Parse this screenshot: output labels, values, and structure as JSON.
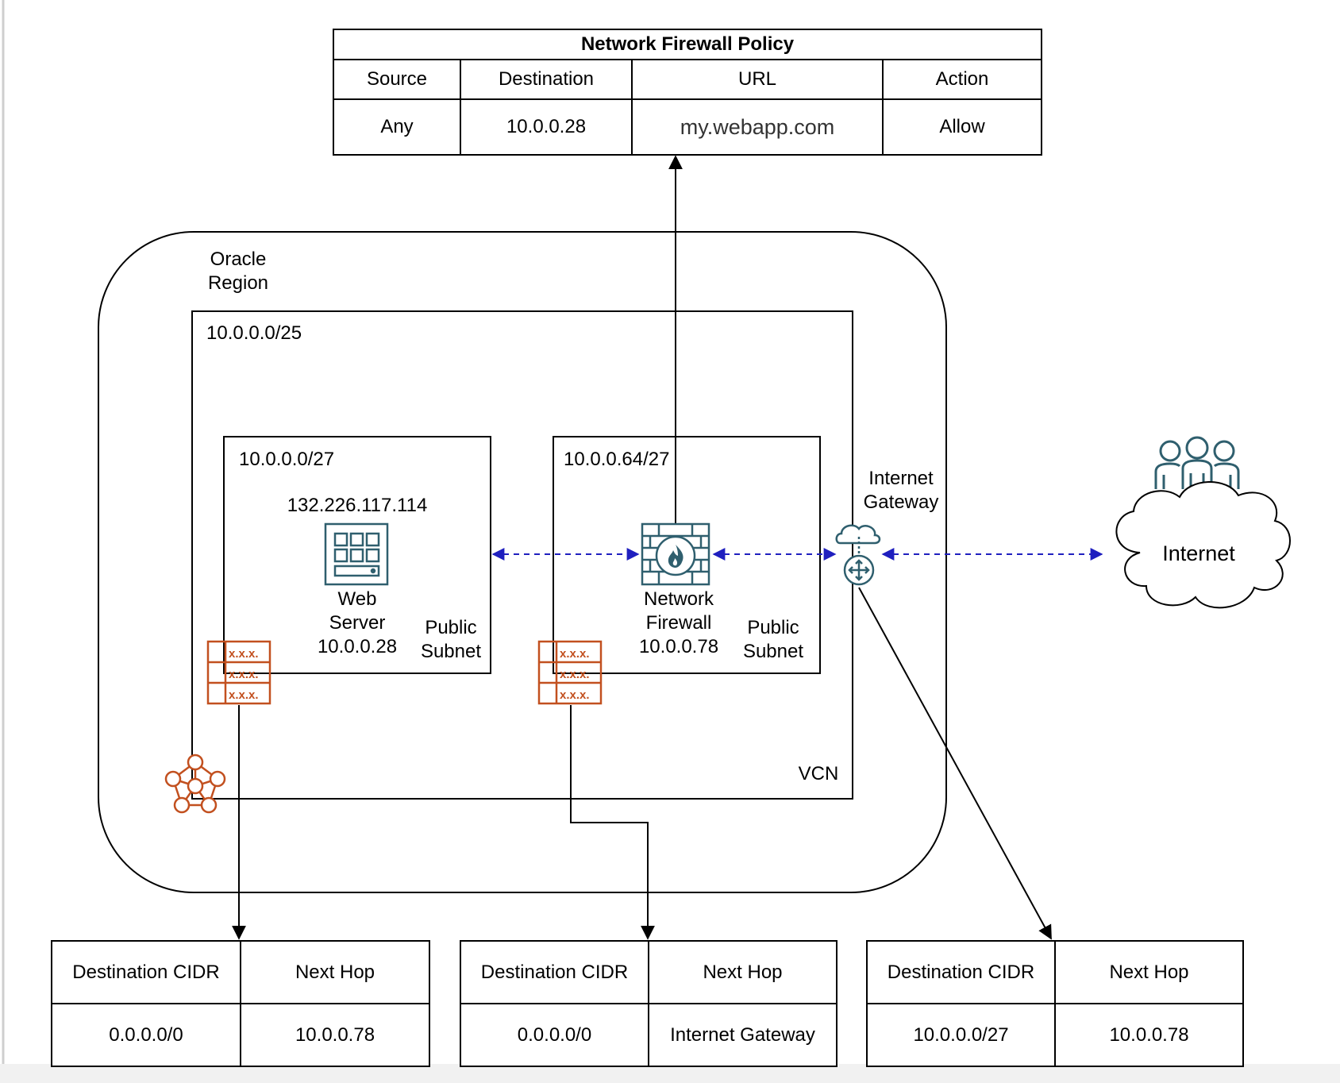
{
  "policy": {
    "title": "Network Firewall Policy",
    "headers": [
      "Source",
      "Destination",
      "URL",
      "Action"
    ],
    "row": [
      "Any",
      "10.0.0.28",
      "my.webapp.com",
      "Allow"
    ]
  },
  "region": {
    "label_line1": "Oracle",
    "label_line2": "Region"
  },
  "vcn": {
    "cidr": "10.0.0.0/25",
    "label": "VCN"
  },
  "subnet_web": {
    "cidr": "10.0.0.0/27",
    "public_ip": "132.226.117.114",
    "server_line1": "Web",
    "server_line2": "Server",
    "server_ip": "10.0.0.28",
    "type_line1": "Public",
    "type_line2": "Subnet"
  },
  "subnet_fw": {
    "cidr": "10.0.0.64/27",
    "fw_line1": "Network",
    "fw_line2": "Firewall",
    "fw_ip": "10.0.0.78",
    "type_line1": "Public",
    "type_line2": "Subnet"
  },
  "gateway": {
    "line1": "Internet",
    "line2": "Gateway"
  },
  "internet": {
    "label": "Internet"
  },
  "route_tables": [
    {
      "headers": [
        "Destination CIDR",
        "Next Hop"
      ],
      "row": [
        "0.0.0.0/0",
        "10.0.0.78"
      ]
    },
    {
      "headers": [
        "Destination CIDR",
        "Next Hop"
      ],
      "row": [
        "0.0.0.0/0",
        "Internet Gateway"
      ]
    },
    {
      "headers": [
        "Destination CIDR",
        "Next Hop"
      ],
      "row": [
        "10.0.0.0/27",
        "10.0.0.78"
      ]
    }
  ],
  "icons": {
    "route_table": "route-table-icon",
    "drg": "network-hub-icon",
    "server": "web-server-icon",
    "firewall": "firewall-icon",
    "gateway": "internet-gateway-icon",
    "users": "users-icon",
    "cloud": "cloud-icon"
  },
  "colors": {
    "line": "#000000",
    "traffic_arrow": "#1f1fbf",
    "oracle_orange": "#c2501f",
    "icon_teal": "#2f5f6e"
  }
}
